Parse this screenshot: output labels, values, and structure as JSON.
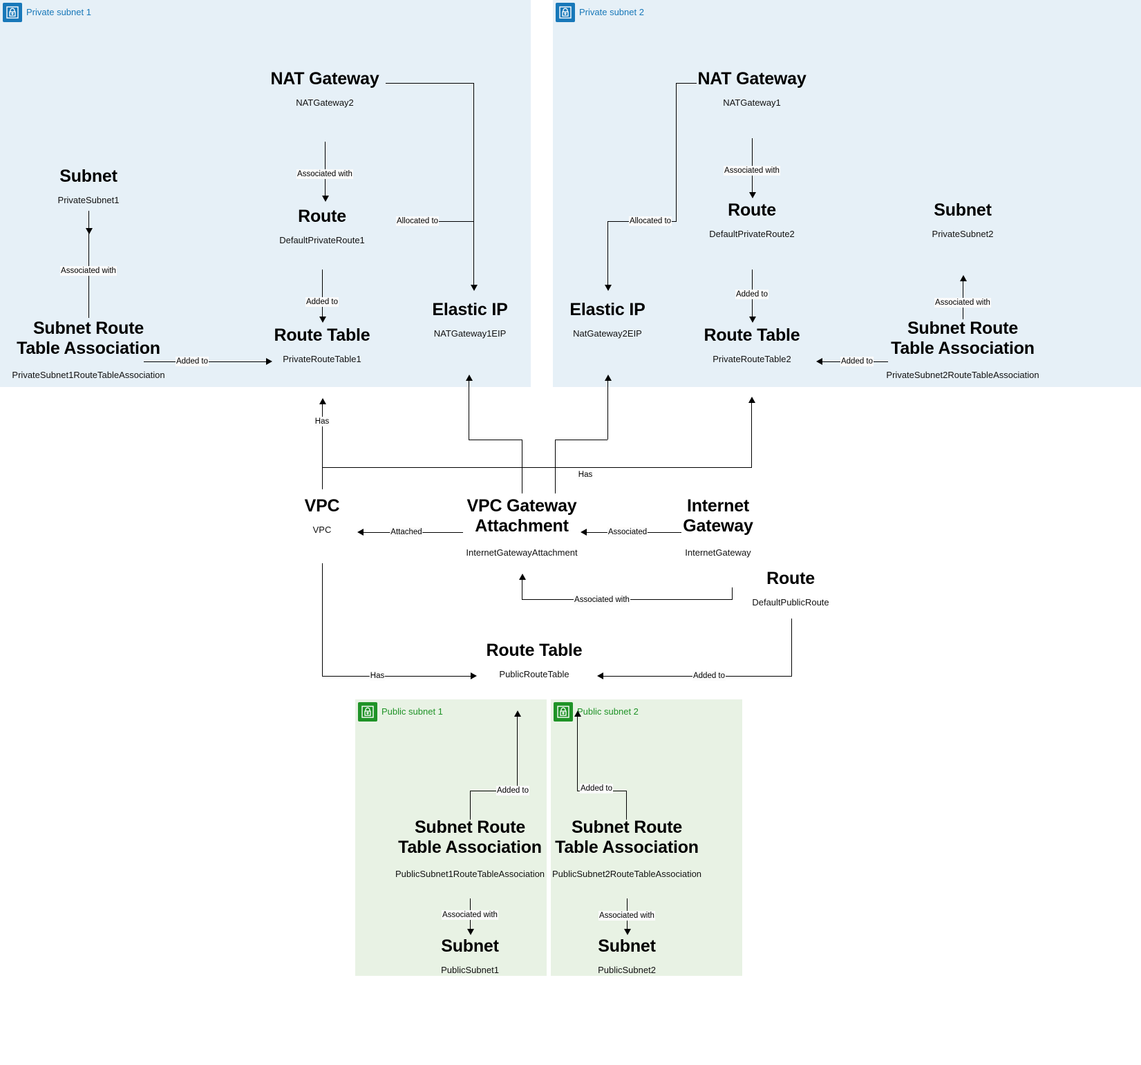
{
  "groups": [
    {
      "id": "private-subnet-1",
      "label": "Private subnet 1",
      "kind": "private",
      "icon": "lock-icon"
    },
    {
      "id": "private-subnet-2",
      "label": "Private subnet 2",
      "kind": "private",
      "icon": "lock-icon"
    },
    {
      "id": "public-subnet-1",
      "label": "Public subnet 1",
      "kind": "public",
      "icon": "lock-icon"
    },
    {
      "id": "public-subnet-2",
      "label": "Public subnet 2",
      "kind": "public",
      "icon": "lock-icon"
    }
  ],
  "nodes": {
    "p1_nat": {
      "title": "NAT Gateway",
      "sub": "NATGateway2"
    },
    "p1_subnet": {
      "title": "Subnet",
      "sub": "PrivateSubnet1"
    },
    "p1_route": {
      "title": "Route",
      "sub": "DefaultPrivateRoute1"
    },
    "p1_assoc": {
      "title": "Subnet Route\nTable Association",
      "sub": "PrivateSubnet1RouteTableAssociation"
    },
    "p1_rtb": {
      "title": "Route Table",
      "sub": "PrivateRouteTable1"
    },
    "p1_eip": {
      "title": "Elastic IP",
      "sub": "NATGateway1EIP"
    },
    "p2_nat": {
      "title": "NAT Gateway",
      "sub": "NATGateway1"
    },
    "p2_route": {
      "title": "Route",
      "sub": "DefaultPrivateRoute2"
    },
    "p2_subnet": {
      "title": "Subnet",
      "sub": "PrivateSubnet2"
    },
    "p2_eip": {
      "title": "Elastic IP",
      "sub": "NatGateway2EIP"
    },
    "p2_rtb": {
      "title": "Route Table",
      "sub": "PrivateRouteTable2"
    },
    "p2_assoc": {
      "title": "Subnet Route\nTable Association",
      "sub": "PrivateSubnet2RouteTableAssociation"
    },
    "vpc": {
      "title": "VPC",
      "sub": "VPC"
    },
    "vgw_attach": {
      "title": "VPC Gateway\nAttachment",
      "sub": "InternetGatewayAttachment"
    },
    "igw": {
      "title": "Internet\nGateway",
      "sub": "InternetGateway"
    },
    "pub_route": {
      "title": "Route",
      "sub": "DefaultPublicRoute"
    },
    "pub_rtb": {
      "title": "Route Table",
      "sub": "PublicRouteTable"
    },
    "s1_assoc": {
      "title": "Subnet Route\nTable Association",
      "sub": "PublicSubnet1RouteTableAssociation"
    },
    "s1_subnet": {
      "title": "Subnet",
      "sub": "PublicSubnet1"
    },
    "s2_assoc": {
      "title": "Subnet Route\nTable Association",
      "sub": "PublicSubnet2RouteTableAssociation"
    },
    "s2_subnet": {
      "title": "Subnet",
      "sub": "PublicSubnet2"
    }
  },
  "edge_labels": {
    "e1": "Associated with",
    "e2": "Allocated to",
    "e3": "Associated with",
    "e4": "Added to",
    "e5": "Added to",
    "e6": "Associated with",
    "e7": "Allocated to",
    "e8": "Added to",
    "e9": "Associated with",
    "e10": "Added to",
    "e11": "Has",
    "e12": "Has",
    "e13": "Attached",
    "e14": "Associated",
    "e15": "Associated with",
    "e16": "Has",
    "e17": "Added to",
    "e18": "Added to",
    "e19": "Added to",
    "e20": "Associated with",
    "e21": "Associated with"
  },
  "colors": {
    "private_fill": "#e6f0f7",
    "public_fill": "#e8f2e4",
    "private_accent": "#1878b9",
    "public_accent": "#1f9327",
    "line": "#000000",
    "page_bg": "#ffffff"
  }
}
